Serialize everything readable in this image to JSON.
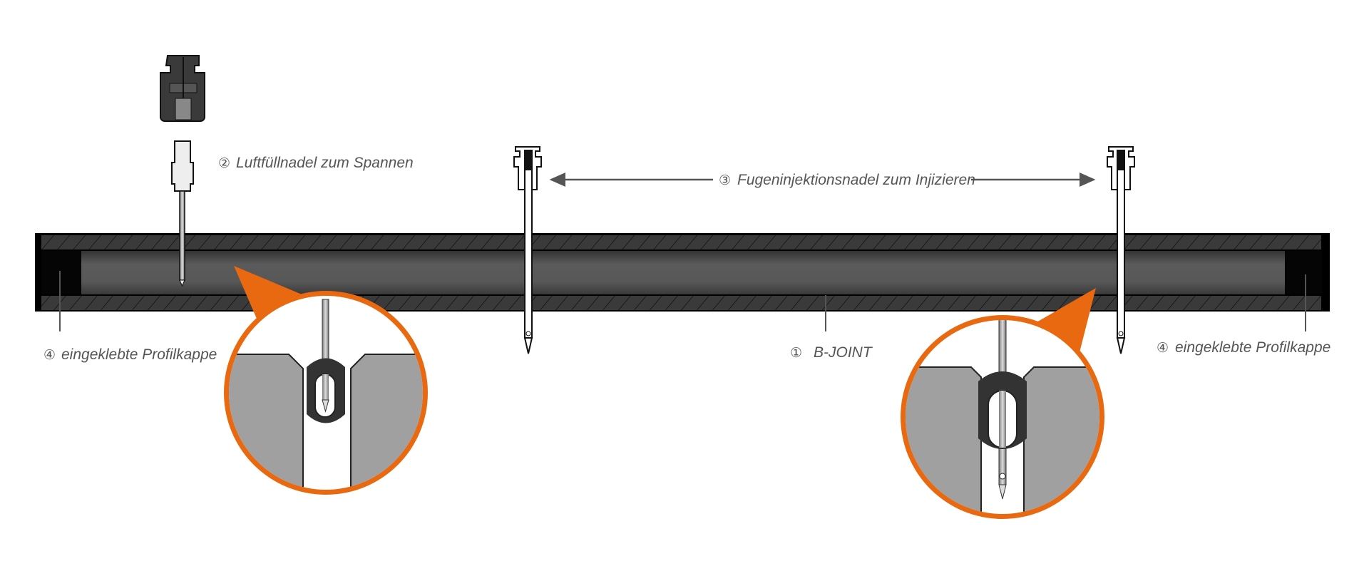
{
  "labels": {
    "joint": {
      "number": "①",
      "text": "B-JOINT"
    },
    "air_needle": {
      "number": "②",
      "text": "Luftfüllnadel zum Spannen"
    },
    "injection_needle": {
      "number": "③",
      "text": "Fugeninjektionsnadel zum Injizieren"
    },
    "cap_left": {
      "number": "④",
      "text": "eingeklebte Profilkappe"
    },
    "cap_right": {
      "number": "④",
      "text": "eingeklebte Profilkappe"
    }
  },
  "colors": {
    "accent": "#e8690f",
    "profile": "#3a3a3a",
    "channel": "#555555",
    "label": "#555555"
  }
}
